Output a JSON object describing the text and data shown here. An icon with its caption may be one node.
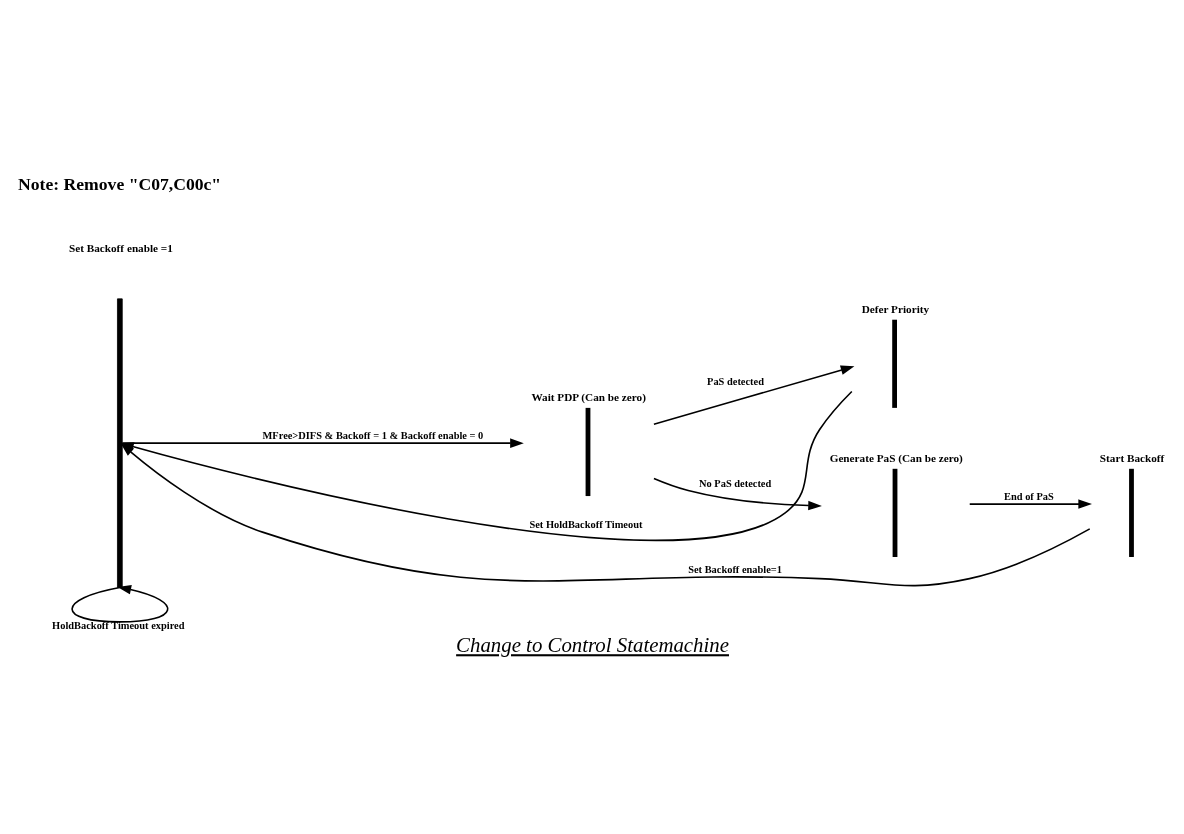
{
  "diagram": {
    "title": "Change to Control Statemachine",
    "nodes": [
      {
        "text": [],
        "shape": "bar"
      },
      {
        "text": [
          "Wait PDP (Can be zero)"
        ]
      },
      {
        "text": [
          "Defer Priority"
        ]
      },
      {
        "text": [
          "Generate PaS (Can be zero)"
        ]
      },
      {
        "text": [
          "Start Backoff"
        ]
      }
    ],
    "edges": [
      {
        "from": 0,
        "to": 1,
        "arrow": "to",
        "label": "MFree>DIFS & Backoff = 1 & Backoff enable = 0"
      },
      {
        "from": 1,
        "to": 2,
        "arrow": "to",
        "label": "PaS detected"
      },
      {
        "from": 2,
        "to": 0,
        "arrow": "to",
        "label": "Set HoldBackoff Timeout"
      },
      {
        "from": 1,
        "to": 3,
        "arrow": "to",
        "label": "No PaS detected"
      },
      {
        "from": 3,
        "to": 4,
        "arrow": "to",
        "label": "End of PaS"
      },
      {
        "from": 4,
        "to": 0,
        "arrow": "to",
        "label": "Set Backoff enable=1"
      },
      {
        "from": 0,
        "to": 0,
        "arrow": "to",
        "label": "HoldBackoff Timeout expired"
      }
    ],
    "labels": [
      "Set Backoff enable =1",
      "Note: Remove \"C07,C00c\""
    ]
  }
}
